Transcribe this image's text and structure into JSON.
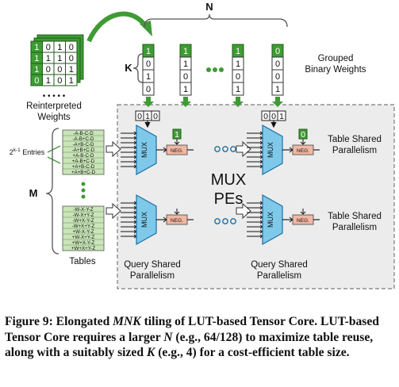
{
  "labels": {
    "n": "N",
    "k": "K",
    "m": "M",
    "reinterpreted_line1": "Reinterpreted",
    "reinterpreted_line2": "Weights",
    "grouped_line1": "Grouped",
    "grouped_line2": "Binary Weights",
    "entries_base": "2",
    "entries_exp": "k-1",
    "entries_suffix": " Entries",
    "tables": "Tables",
    "mux_pes_line1": "MUX",
    "mux_pes_line2": "PEs",
    "table_shared_line1": "Table Shared",
    "table_shared_line2": "Parallelism",
    "query_shared_line1": "Query Shared",
    "query_shared_line2": "Parallelism",
    "mux": "MUX",
    "neg": "NEG.",
    "dots": "• • • • •"
  },
  "reinterpreted_grid": [
    [
      "1",
      "0",
      "1",
      "0"
    ],
    [
      "1",
      "1",
      "1",
      "0"
    ],
    [
      "1",
      "0",
      "0",
      "1"
    ],
    [
      "0",
      "1",
      "0",
      "1"
    ]
  ],
  "grouped_columns": [
    {
      "head": "1",
      "bits": [
        "0",
        "1",
        "0"
      ]
    },
    {
      "head": "1",
      "bits": [
        "1",
        "0",
        "1"
      ]
    },
    {
      "head": "1",
      "bits": [
        "1",
        "0",
        "1"
      ]
    },
    {
      "head": "0",
      "bits": [
        "0",
        "0",
        "1"
      ]
    }
  ],
  "selector_left": [
    "0",
    "1",
    "0"
  ],
  "selector_right": [
    "0",
    "0",
    "1"
  ],
  "neg_bits": {
    "left": "1",
    "right": "0"
  },
  "table_top_rows": [
    "-A-B-C-D",
    "-A-B+C-D",
    "-A+B-C-D",
    "-A+B+C-D",
    "+A-B-C-D",
    "+A-B+C-D",
    "+A+B-C-D",
    "+A+B+C-D"
  ],
  "table_bottom_rows": [
    "-W-X-Y-Z",
    "-W-X+Y-Z",
    "-W+X-Y-Z",
    "-W+X+Y-Z",
    "+W-X-Y-Z",
    "+W-X+Y-Z",
    "+W+X-Y-Z",
    "+W+X+Y-Z"
  ],
  "caption": {
    "fig": "Figure 9:",
    "title_plain": " Elongated ",
    "title_italic": "MNK",
    "title_rest": " tiling of LUT-based Tensor Core.",
    "body_1": "LUT-based Tensor Core requires a larger ",
    "body_N": "N",
    "body_2": " (e.g., 64/128) to maximize table reuse, along with a suitably sized ",
    "body_K": "K",
    "body_3": " (e.g., 4) for a cost-efficient table size."
  },
  "colors": {
    "green": "#3f9b34",
    "dark_green": "#2e7d24",
    "table_green": "#c8e6b6",
    "mux_blue": "#7ec9ea",
    "neg_salmon": "#f2b7a3",
    "panel_gray": "#ececec"
  }
}
